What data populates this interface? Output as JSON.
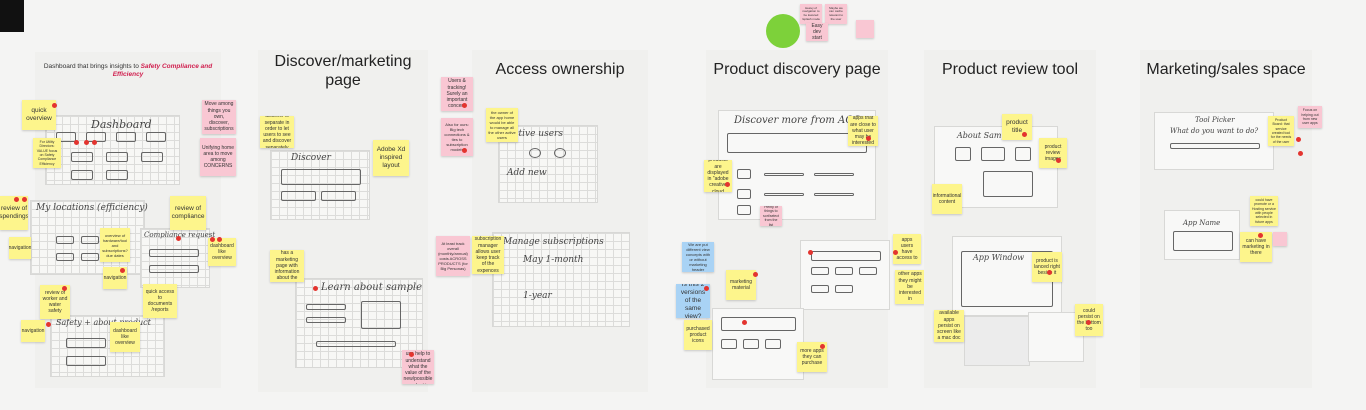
{
  "frames": {
    "dashboard": {
      "intro": "Dashboard that brings insights to",
      "intro_em": "Safety Compliance and Efficiency"
    },
    "discover": {
      "title": "Discover/marketing page"
    },
    "access": {
      "title": "Access ownership"
    },
    "product_discovery": {
      "title": "Product discovery page"
    },
    "product_review": {
      "title": "Product review tool"
    },
    "marketing_sales": {
      "title": "Marketing/sales space"
    }
  },
  "top_notes": {
    "n1": "Heavy of navigation to be lowered /splash mode",
    "n2": "Maybe we can cache relevant to the user",
    "n3": "Easy dev start",
    "n4": ""
  },
  "dash_notes": {
    "quick_overview": "quick overview",
    "for_utility": "For Utility Directors: VALUE focus on Safety Compliance Efficiency",
    "move_among": "Move among things you own, discover, subscriptions",
    "unifying": "Unifying home area to move among CONCERNS",
    "review_spendings": "review of spendings",
    "review_compliance": "review of compliance",
    "navigation1": "navigation",
    "overview_hw": "overview of hardware/tool and subscriptions? due dates",
    "dashboard_overview": "dashboard like overview",
    "navigation2": "navigation",
    "quick_access": "quick access to documents /reports",
    "review_worker": "review of worker and water safety",
    "navigation3": "navigation",
    "dashboard_like": "dashboard like overview"
  },
  "discover_notes": {
    "discover_separate": "discover is separate in order to let users to see and discover separately",
    "adobe_xd": "Adobe Xd inspired layout",
    "each_product": "each product has a marketing page with information about the product",
    "users_could": "Users could use help to understand what the value of the new/possible product is"
  },
  "access_notes": {
    "users_tracking": "Users & tracking! Surely an important concern",
    "also_for": "Also for ours: Big tech connections & ties to subscription models",
    "owner_of": "the owner of the app home would be able to manage all the other active users",
    "at_least": "At least track overall (monthly/annual) costs ACROSS PRODUCTS (for Big Personas)",
    "subscription_manager": "subscription manager allows user keep track of the expences"
  },
  "pd_notes": {
    "feature_apps": "Featured apps that are close to what user may be interested in",
    "all_products": "all products are displayed in \"adobe creative cloud fashion\"",
    "plenty": "Plenty of things to sort/select from the list",
    "we_put": "We are put different view concepts with or without marketing header",
    "is_this": "Is this 2 versions of the same view?",
    "marketing_material": "marketing material",
    "purchased": "purchased product icons",
    "apps_users": "apps users have access to",
    "other_apps": "other apps they might be interested in",
    "more_apps": "more apps they can purchase"
  },
  "pr_notes": {
    "product_title": "product title",
    "product_review_images": "product review images",
    "informational": "informational content",
    "lanced_right": "product is lanced right beside it",
    "available_apps": "available apps persist on screen like a mac doc",
    "could_persist": "could persist on the bottom too"
  },
  "ms_notes": {
    "focus": "Focus on helping out from new user apps",
    "product_board": "Product Board: that service created tool for the needs of the user",
    "could_have_one": "could have promote or a Hosting service with people selected in future apps",
    "can_have_marketing": "can have marketing in there",
    "pink_small": ""
  },
  "sketch_text": {
    "dashboard": "Dashboard",
    "my_locations": "My locations (efficiency)",
    "compliance": "Compliance request",
    "safety": "Safety + about product",
    "discover": "Discover",
    "learn": "Learn about sample",
    "active_users": "Active users",
    "add_new": "Add new",
    "manage_subs": "Manage subscriptions",
    "monthly": "May 1-month",
    "year": "1-year",
    "discover_more": "Discover more from AQS",
    "about_samples": "About Samples",
    "app_window": "App Window",
    "tool_picker": "Tool Picker",
    "what_do": "What do you want to do?",
    "app_name": "App Name"
  },
  "colors": {
    "yellow": "#fdf58c",
    "pink": "#f9c7d3",
    "blue": "#a9d3f5",
    "dot": "#e3342f",
    "circle": "#7dd13a"
  }
}
